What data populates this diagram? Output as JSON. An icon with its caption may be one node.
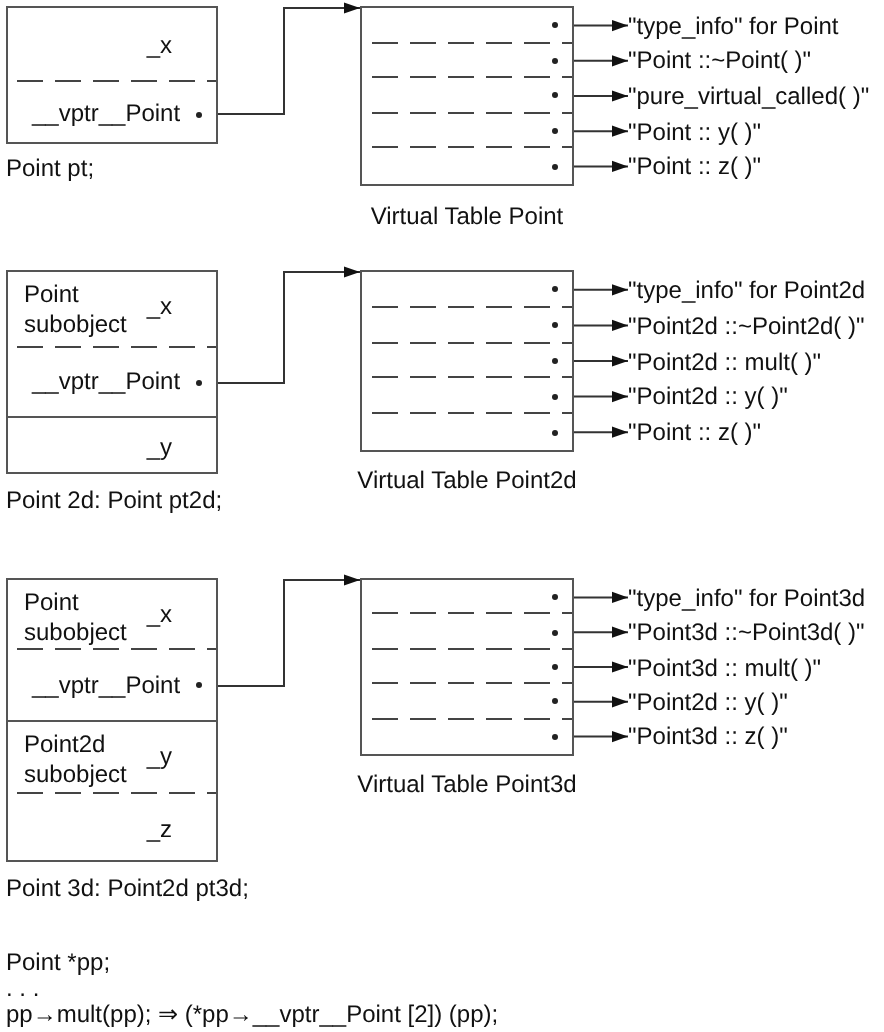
{
  "diagram": {
    "nodes": [
      {
        "text": [],
        "shape": "box",
        "beside": [
          "Point pt;"
        ]
      },
      {
        "text": [
          "_x"
        ],
        "in": 0
      },
      {
        "text": [
          "__vptr__Point"
        ],
        "in": 0
      },
      {
        "text": [],
        "shape": "box",
        "beside": [
          "Virtual Table Point"
        ]
      },
      {
        "text": [],
        "shape": "box",
        "in": 3
      },
      {
        "text": [],
        "shape": "box",
        "in": 3
      },
      {
        "text": [],
        "shape": "box",
        "in": 3
      },
      {
        "text": [],
        "shape": "box",
        "in": 3
      },
      {
        "text": [],
        "shape": "box",
        "in": 3
      },
      {
        "text": [
          "\"type_info\" for Point"
        ]
      },
      {
        "text": [
          "\"Point ::~Point( )\""
        ]
      },
      {
        "text": [
          "\"pure_virtual_called( )\""
        ]
      },
      {
        "text": [
          "\"Point :: y( )\""
        ]
      },
      {
        "text": [
          "\"Point :: z( )\""
        ]
      },
      {
        "text": [],
        "shape": "box",
        "beside": [
          "Point 2d: Point pt2d;"
        ]
      },
      {
        "text": [
          "Point subobject",
          "_x"
        ],
        "in": 14
      },
      {
        "text": [
          "__vptr__Point"
        ],
        "in": 14
      },
      {
        "text": [
          "_y"
        ],
        "in": 14
      },
      {
        "text": [],
        "shape": "box",
        "beside": [
          "Virtual Table Point2d"
        ]
      },
      {
        "text": [],
        "shape": "box",
        "in": 18
      },
      {
        "text": [],
        "shape": "box",
        "in": 18
      },
      {
        "text": [],
        "shape": "box",
        "in": 18
      },
      {
        "text": [],
        "shape": "box",
        "in": 18
      },
      {
        "text": [],
        "shape": "box",
        "in": 18
      },
      {
        "text": [
          "\"type_info\" for Point2d"
        ]
      },
      {
        "text": [
          "\"Point2d ::~Point2d( )\""
        ]
      },
      {
        "text": [
          "\"Point2d :: mult( )\""
        ]
      },
      {
        "text": [
          "\"Point2d :: y( )\""
        ]
      },
      {
        "text": [
          "\"Point :: z( )\""
        ]
      },
      {
        "text": [],
        "shape": "box",
        "beside": [
          "Point 3d: Point2d pt3d;"
        ]
      },
      {
        "text": [
          "Point subobject",
          "_x"
        ],
        "in": 29
      },
      {
        "text": [
          "__vptr__Point"
        ],
        "in": 29
      },
      {
        "text": [
          "Point2d subobject",
          "_y"
        ],
        "in": 29
      },
      {
        "text": [
          "_z"
        ],
        "in": 29
      },
      {
        "text": [],
        "shape": "box",
        "beside": [
          "Virtual Table Point3d"
        ]
      },
      {
        "text": [],
        "shape": "box",
        "in": 34
      },
      {
        "text": [],
        "shape": "box",
        "in": 34
      },
      {
        "text": [],
        "shape": "box",
        "in": 34
      },
      {
        "text": [],
        "shape": "box",
        "in": 34
      },
      {
        "text": [],
        "shape": "box",
        "in": 34
      },
      {
        "text": [
          "\"type_info\" for Point3d"
        ]
      },
      {
        "text": [
          "\"Point3d ::~Point3d( )\""
        ]
      },
      {
        "text": [
          "\"Point3d :: mult( )\""
        ]
      },
      {
        "text": [
          "\"Point2d :: y( )\""
        ]
      },
      {
        "text": [
          "\"Point3d :: z( )\""
        ]
      }
    ],
    "edges": [
      {
        "from": 2,
        "to": 3,
        "arrow": "to"
      },
      {
        "from": 4,
        "to": 9,
        "arrow": "to"
      },
      {
        "from": 5,
        "to": 10,
        "arrow": "to"
      },
      {
        "from": 6,
        "to": 11,
        "arrow": "to"
      },
      {
        "from": 7,
        "to": 12,
        "arrow": "to"
      },
      {
        "from": 8,
        "to": 13,
        "arrow": "to"
      },
      {
        "from": 16,
        "to": 18,
        "arrow": "to"
      },
      {
        "from": 19,
        "to": 24,
        "arrow": "to"
      },
      {
        "from": 20,
        "to": 25,
        "arrow": "to"
      },
      {
        "from": 21,
        "to": 26,
        "arrow": "to"
      },
      {
        "from": 22,
        "to": 27,
        "arrow": "to"
      },
      {
        "from": 23,
        "to": 28,
        "arrow": "to"
      },
      {
        "from": 31,
        "to": 34,
        "arrow": "to"
      },
      {
        "from": 35,
        "to": 40,
        "arrow": "to"
      },
      {
        "from": 36,
        "to": 41,
        "arrow": "to"
      },
      {
        "from": 37,
        "to": 42,
        "arrow": "to"
      },
      {
        "from": 38,
        "to": 43,
        "arrow": "to"
      },
      {
        "from": 39,
        "to": 44,
        "arrow": "to"
      }
    ],
    "labels": [
      "Point *pp;",
      ". . .",
      "pp→mult(pp); ⇒ (*pp→__vptr__Point [2]) (pp);"
    ]
  }
}
